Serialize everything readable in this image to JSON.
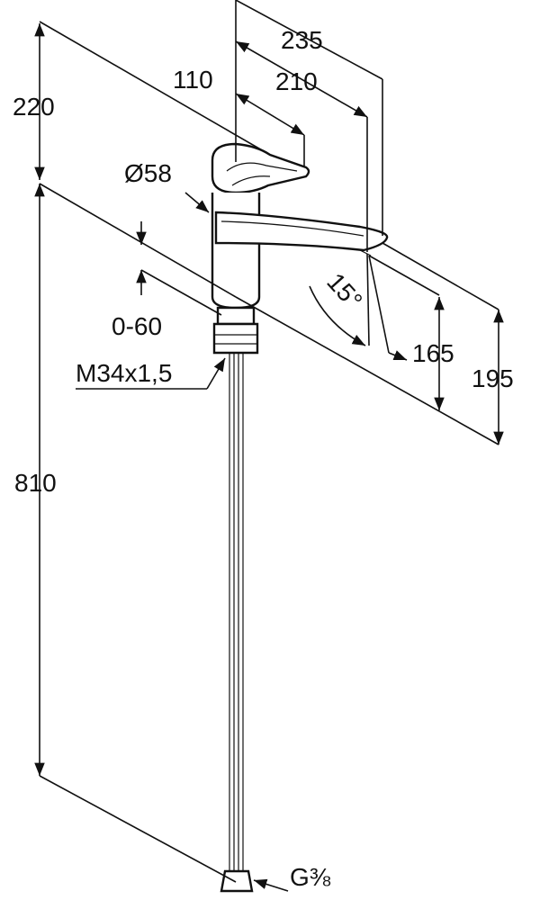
{
  "drawing": {
    "dims": {
      "d235": "235",
      "d210": "210",
      "d110": "110",
      "d220": "220",
      "d58": "Ø58",
      "d060": "0-60",
      "m34": "M34x1,5",
      "d810": "810",
      "d15": "15°",
      "d165": "165",
      "d195": "195",
      "g38": "G⅜"
    }
  }
}
